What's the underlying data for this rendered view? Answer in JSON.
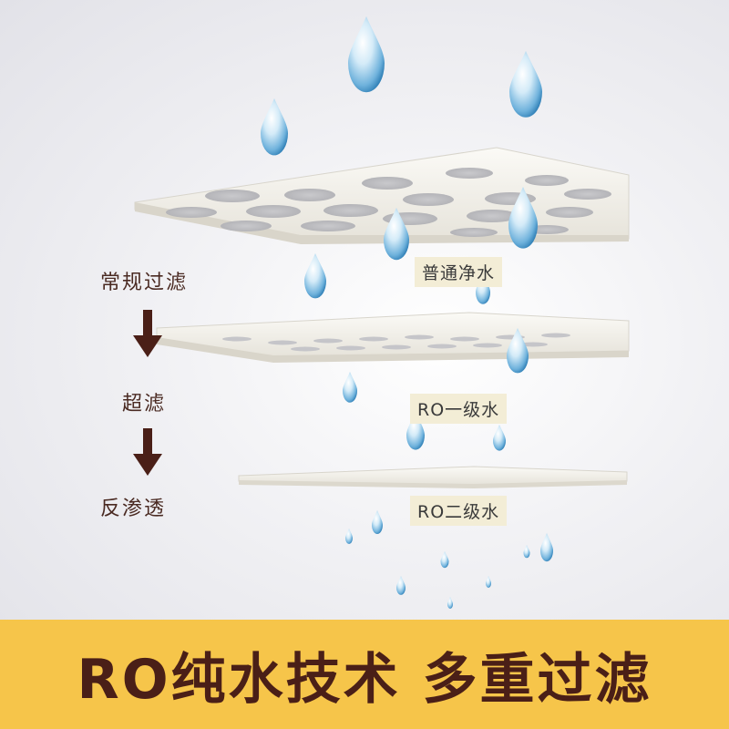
{
  "steps": [
    "常规过滤",
    "超滤",
    "反渗透"
  ],
  "water_labels": [
    "普通净水",
    "RO一级水",
    "RO二级水"
  ],
  "banner": "RO纯水技术 多重过滤",
  "colors": {
    "banner_bg": "#f6c54a",
    "banner_text": "#4a1f17",
    "arrow": "#4a1f17",
    "tag_bg": "#f3edd6"
  }
}
